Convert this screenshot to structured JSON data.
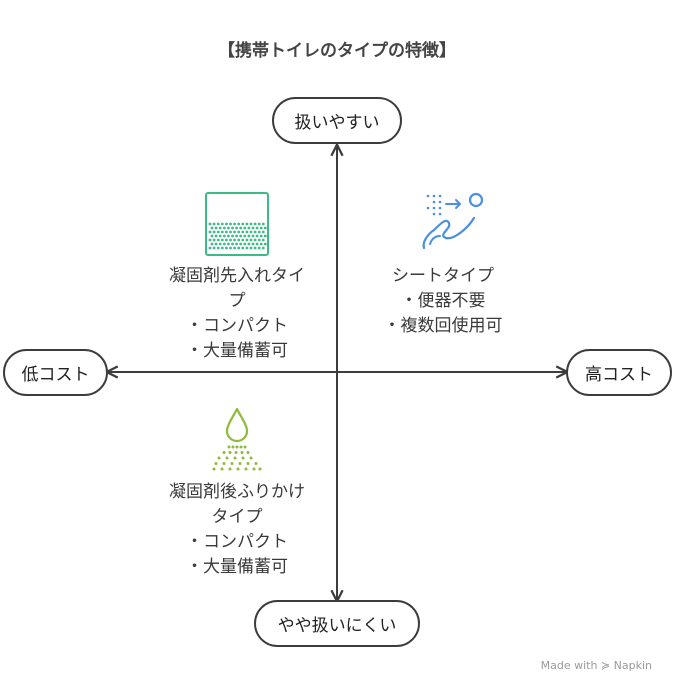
{
  "title": "【携帯トイレのタイプの特徴】",
  "axes": {
    "top": "扱いやすい",
    "bottom": "やや扱いにくい",
    "left": "低コスト",
    "right": "高コスト"
  },
  "quadrants": {
    "top_left": {
      "name_line1": "凝固剤先入れタイ",
      "name_line2": "プ",
      "bullet1": "・コンパクト",
      "bullet2": "・大量備蓄可",
      "icon": "sponge-box-icon",
      "color": "#3dbb86"
    },
    "top_right": {
      "name_line1": "シートタイプ",
      "bullet1": "・便器不要",
      "bullet2": "・複数回使用可",
      "icon": "reclining-person-icon",
      "color": "#4a8fe0"
    },
    "bottom_left": {
      "name_line1": "凝固剤後ふりかけ",
      "name_line2": "タイプ",
      "bullet1": "・コンパクト",
      "bullet2": "・大量備蓄可",
      "icon": "droplet-spray-icon",
      "color": "#8dbb3a"
    }
  },
  "watermark": "Made with ≽ Napkin"
}
